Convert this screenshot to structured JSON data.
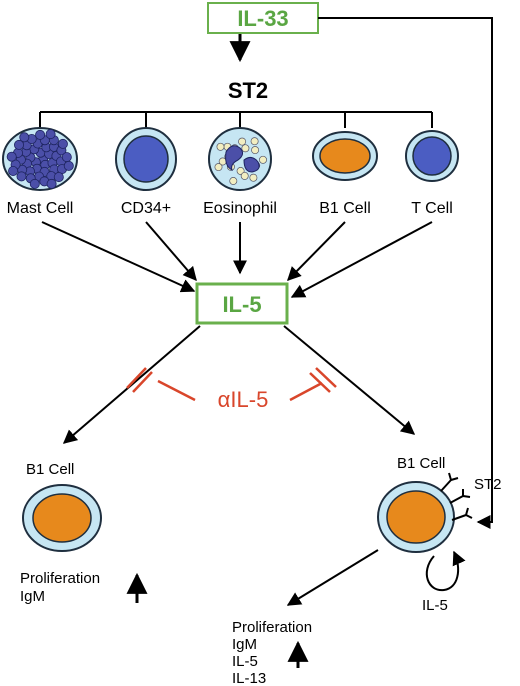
{
  "colors": {
    "box_border": "#6ab04c",
    "box_text": "#5aa643",
    "inhibit": "#d9462b",
    "cell_outer": "#c6e6f3",
    "cell_stroke": "#1f2f3f",
    "nucleus_orange": "#e7891c",
    "nucleus_blue": "#4b5dc2",
    "granule_blue": "#4b4fa8",
    "granule_cream": "#f2eec1"
  },
  "nodes": {
    "il33": "IL-33",
    "st2": "ST2",
    "il5": "IL-5"
  },
  "cells": {
    "mast": "Mast Cell",
    "cd34": "CD34+",
    "eos": "Eosinophil",
    "b1": "B1 Cell",
    "t": "T Cell"
  },
  "antibody": "αIL-5",
  "left_b1": {
    "title": "B1 Cell",
    "effect_1": "Proliferation",
    "effect_2": "IgM",
    "trend": "up"
  },
  "right_b1": {
    "title": "B1 Cell",
    "receptor": "ST2",
    "autocrine": "IL-5",
    "outputs": [
      "Proliferation",
      "IgM",
      "IL-5",
      "IL-13"
    ],
    "trend": "up"
  }
}
